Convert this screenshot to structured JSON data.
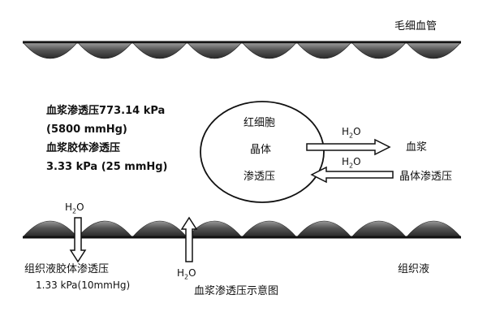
{
  "labels": {
    "capillary": "毛细血管",
    "plasma_osmotic_line1": "血浆渗透压773.14 kPa",
    "plasma_osmotic_line2": "(5800 mmHg)",
    "plasma_colloid_line1": "血浆胶体渗透压",
    "plasma_colloid_line2": "3.33 kPa (25 mmHg)",
    "rbc_line1": "红细胞",
    "rbc_line2": "晶体",
    "rbc_line3": "渗透压",
    "water_main": "H",
    "water_sub": "2",
    "water_end": "O",
    "plasma": "血浆",
    "crystal_osmotic": "晶体渗透压",
    "tissue_colloid_line1": "组织液胶体渗透压",
    "tissue_colloid_line2": "1.33 kPa(10mmHg)",
    "tissue_fluid": "组织液",
    "caption": "血浆渗透压示意图"
  },
  "colors": {
    "cell_fill": "#444444",
    "cell_highlight": "#9a9a9a",
    "line": "#111111",
    "arrow_fill": "#ffffff"
  }
}
